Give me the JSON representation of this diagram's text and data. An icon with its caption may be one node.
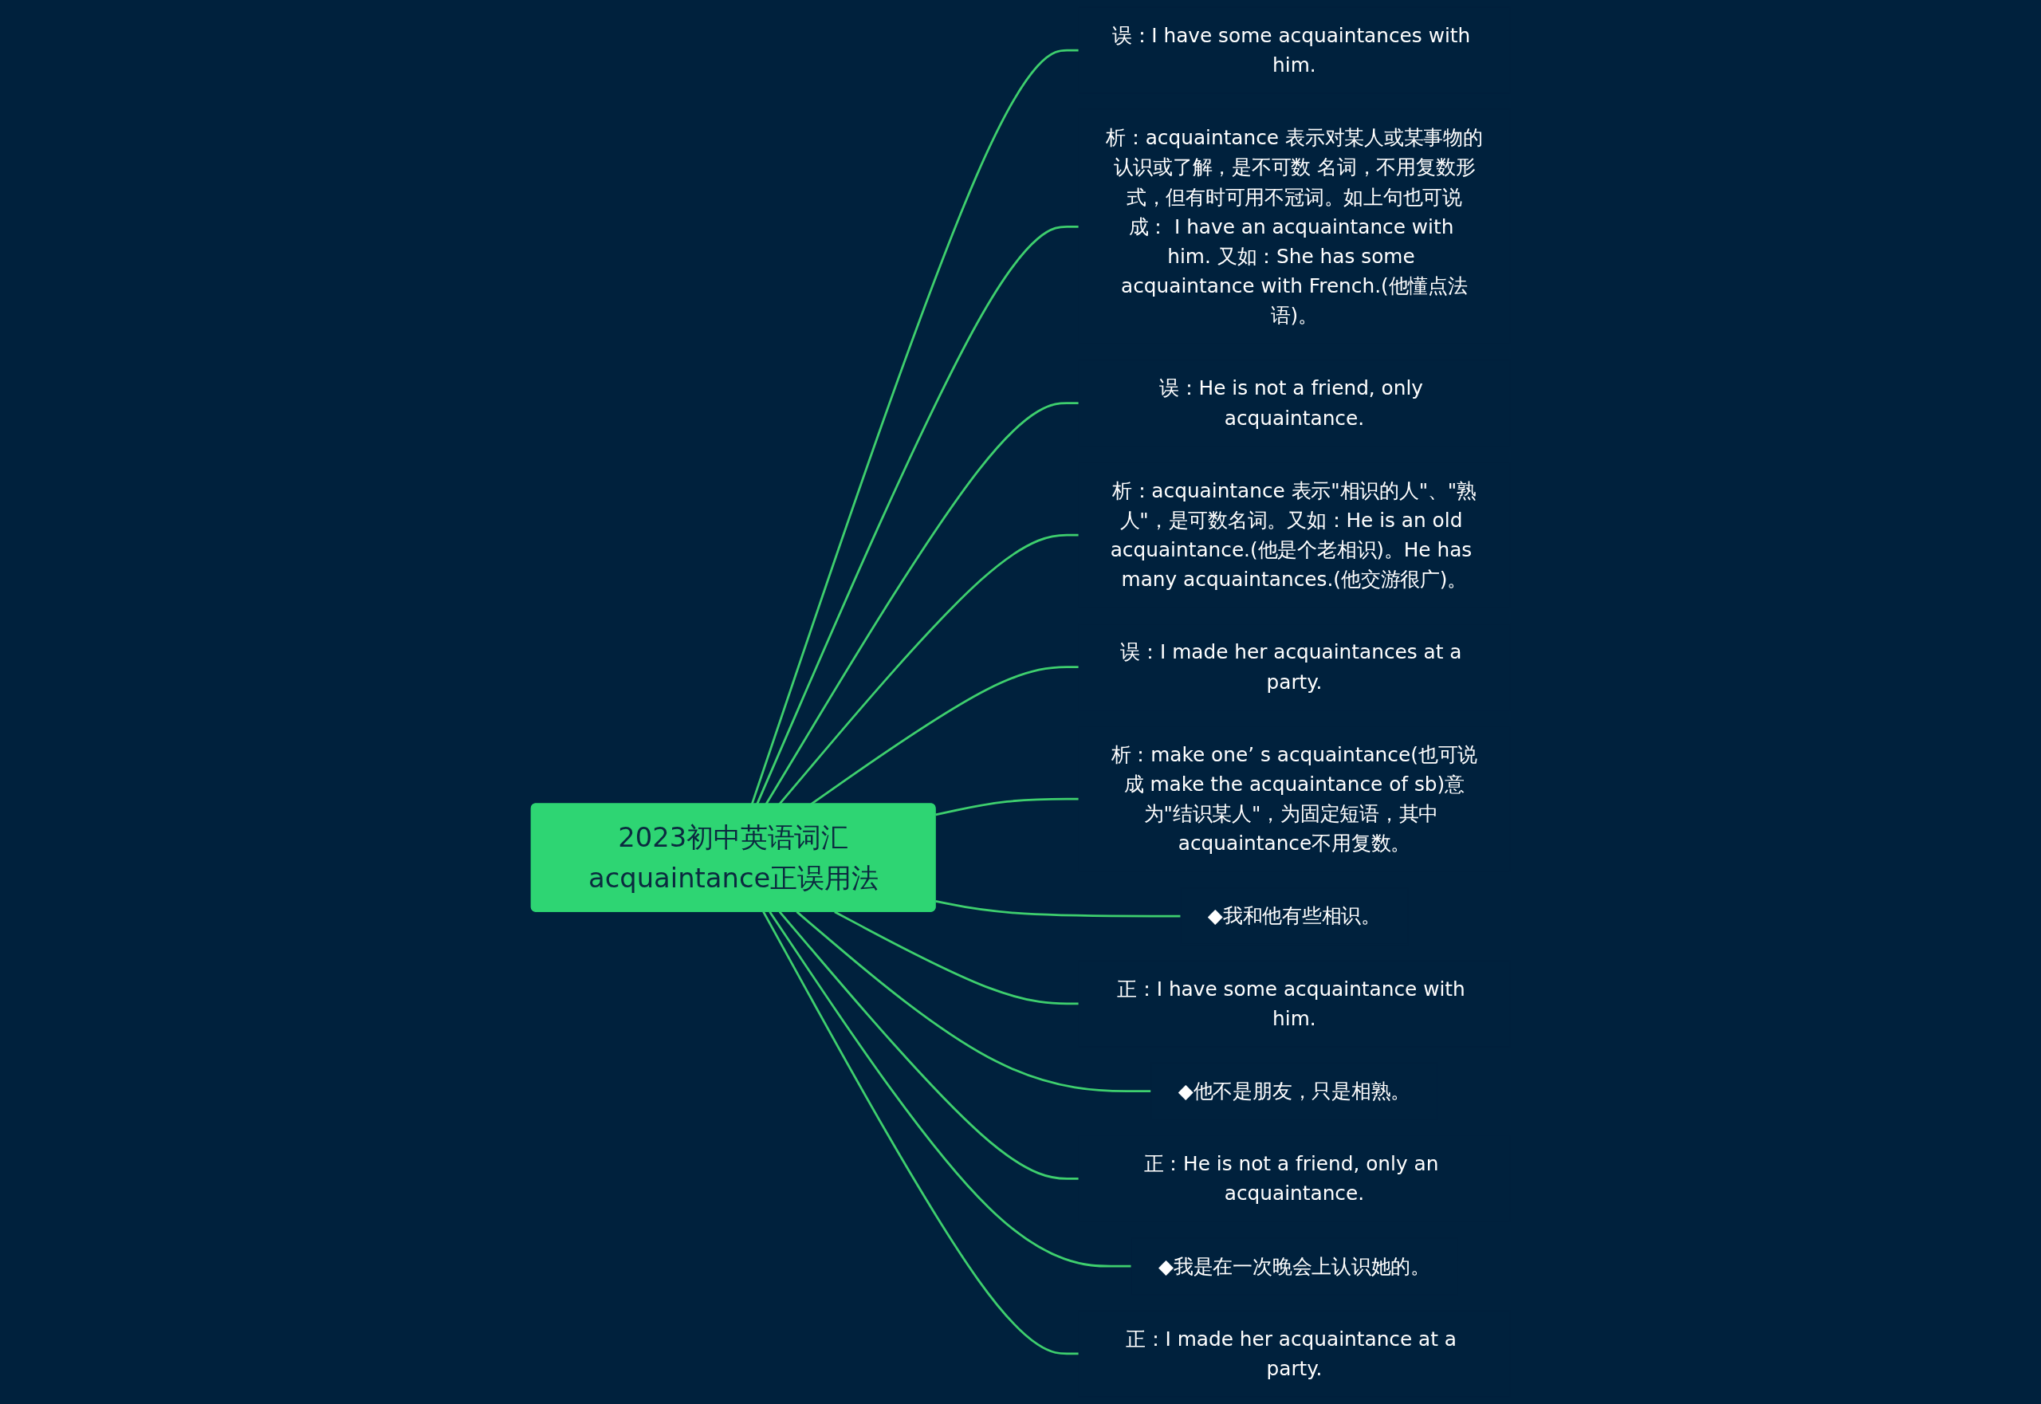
{
  "diagram": {
    "nodes": [
      {
        "text": [
          "2023初中英语词汇acquaintance正误用法"
        ]
      },
      {
        "text": [
          "误：I have some acquaintances with him."
        ]
      },
      {
        "text": [
          "析：acquaintance 表示对某人或某事物的认识或了解，是不可数 名词，不用复数形式，但有时可用不冠词。如上句也可说成： I have an acquaintance with him. 又如：She has some acquaintance with French.(他懂点法语)。"
        ]
      },
      {
        "text": [
          "误：He is not a friend, only acquaintance."
        ]
      },
      {
        "text": [
          "析：acquaintance 表示\"相识的人\"、\"熟人\"，是可数名词。又如：He is an old acquaintance.(他是个老相识)。He has many acquaintances.(他交游很广)。"
        ]
      },
      {
        "text": [
          "误：I made her acquaintances at a party."
        ]
      },
      {
        "text": [
          "析：make one’ s acquaintance(也可说成 make the acquaintance of sb)意为\"结识某人\"，为固定短语，其中 acquaintance不用复数。"
        ]
      },
      {
        "text": [
          "◆我和他有些相识。"
        ]
      },
      {
        "text": [
          "正：I have some acquaintance with him."
        ]
      },
      {
        "text": [
          "◆他不是朋友，只是相熟。"
        ]
      },
      {
        "text": [
          "正：He is not a friend, only an acquaintance."
        ]
      },
      {
        "text": [
          "◆我是在一次晚会上认识她的。"
        ]
      },
      {
        "text": [
          "正：I made her acquaintance at a party."
        ]
      }
    ],
    "edges": [
      {
        "from": 0,
        "to": 1,
        "arrow": "none"
      },
      {
        "from": 0,
        "to": 2,
        "arrow": "none"
      },
      {
        "from": 0,
        "to": 3,
        "arrow": "none"
      },
      {
        "from": 0,
        "to": 4,
        "arrow": "none"
      },
      {
        "from": 0,
        "to": 5,
        "arrow": "none"
      },
      {
        "from": 0,
        "to": 6,
        "arrow": "none"
      },
      {
        "from": 0,
        "to": 7,
        "arrow": "none"
      },
      {
        "from": 0,
        "to": 8,
        "arrow": "none"
      },
      {
        "from": 0,
        "to": 9,
        "arrow": "none"
      },
      {
        "from": 0,
        "to": 10,
        "arrow": "none"
      },
      {
        "from": 0,
        "to": 11,
        "arrow": "none"
      },
      {
        "from": 0,
        "to": 12,
        "arrow": "none"
      }
    ]
  }
}
